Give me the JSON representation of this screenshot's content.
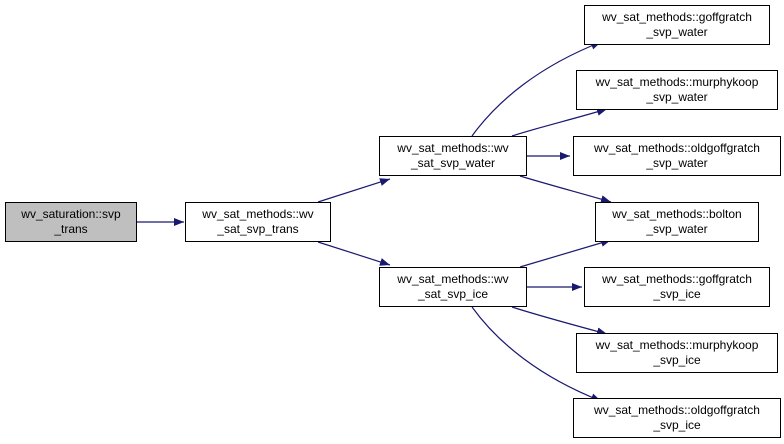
{
  "colors": {
    "edge": "#191970",
    "root_fill": "#bfbfbf",
    "node_fill": "#ffffff",
    "border": "#000000"
  },
  "nodes": {
    "root": {
      "line1": "wv_saturation::svp",
      "line2": "_trans"
    },
    "svp_trans": {
      "line1": "wv_sat_methods::wv",
      "line2": "_sat_svp_trans"
    },
    "svp_water": {
      "line1": "wv_sat_methods::wv",
      "line2": "_sat_svp_water"
    },
    "svp_ice": {
      "line1": "wv_sat_methods::wv",
      "line2": "_sat_svp_ice"
    },
    "goffgratch_water": {
      "line1": "wv_sat_methods::goffgratch",
      "line2": "_svp_water"
    },
    "murphykoop_water": {
      "line1": "wv_sat_methods::murphykoop",
      "line2": "_svp_water"
    },
    "oldgoffgratch_water": {
      "line1": "wv_sat_methods::oldgoffgratch",
      "line2": "_svp_water"
    },
    "bolton_water": {
      "line1": "wv_sat_methods::bolton",
      "line2": "_svp_water"
    },
    "goffgratch_ice": {
      "line1": "wv_sat_methods::goffgratch",
      "line2": "_svp_ice"
    },
    "murphykoop_ice": {
      "line1": "wv_sat_methods::murphykoop",
      "line2": "_svp_ice"
    },
    "oldgoffgratch_ice": {
      "line1": "wv_sat_methods::oldgoffgratch",
      "line2": "_svp_ice"
    }
  },
  "edges": [
    {
      "from": "root",
      "to": "svp_trans"
    },
    {
      "from": "svp_trans",
      "to": "svp_water"
    },
    {
      "from": "svp_trans",
      "to": "svp_ice"
    },
    {
      "from": "svp_water",
      "to": "goffgratch_water"
    },
    {
      "from": "svp_water",
      "to": "murphykoop_water"
    },
    {
      "from": "svp_water",
      "to": "oldgoffgratch_water"
    },
    {
      "from": "svp_water",
      "to": "bolton_water"
    },
    {
      "from": "svp_ice",
      "to": "bolton_water"
    },
    {
      "from": "svp_ice",
      "to": "goffgratch_ice"
    },
    {
      "from": "svp_ice",
      "to": "murphykoop_ice"
    },
    {
      "from": "svp_ice",
      "to": "oldgoffgratch_ice"
    }
  ]
}
